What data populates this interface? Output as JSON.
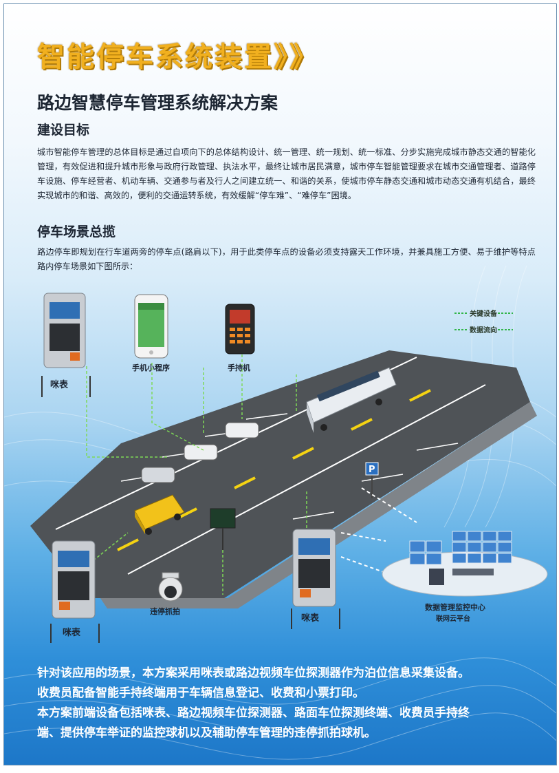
{
  "header": {
    "main_title": "智能停车系统装置》》",
    "sub_title": "路边智慧停车管理系统解决方案"
  },
  "sections": [
    {
      "heading": "建设目标",
      "paragraph": "城市智能停车管理的总体目标是通过自项向下的总体结构设计、统一管理、统一规划、统一标准、分步实施完成城市静态交通的智能化管理，有效促进和提升城市形象与政府行政管理、执法水平，最终让城市居民满意，城市停车智能管理要求在城市交通管理者、道路停车设施、停车经营者、机动车辆、交通参与者及行人之间建立统一、和谐的关系，使城市停车静态交通和城市动态交通有机结合，最终实现城市的和谐、高效的，便利的交通运转系统，有效缓解“停车难”、“难停车”困境。"
    },
    {
      "heading": "停车场景总揽",
      "paragraph": "路边停车即规划在行车道两旁的停车点(路肩以下)，用于此类停车点的设备必须支持露天工作环境，并兼具施工方便、易于维护等特点路内停车场景如下图所示："
    }
  ],
  "diagram": {
    "legend": [
      "关键设备",
      "数据流向"
    ],
    "labels": {
      "meter_top": "咪表",
      "app": "手机小程序",
      "handheld": "手持机",
      "meter_left": "咪表",
      "meter_right": "咪表",
      "camera": "违停抓拍",
      "center": "数据管理监控中心",
      "cloud": "联网云平台"
    }
  },
  "bottom_text": [
    "针对该应用的场景，本方案采用咪表或路边视频车位探测器作为泊位信息采集设备。",
    "收费员配备智能手持终端用于车辆信息登记、收费和小票打印。",
    "本方案前端设备包括咪表、路边视频车位探测器、路面车位探测终端、收费员手持终",
    "端、提供停车举证的监控球机以及辅助停车管理的违停抓拍球机。"
  ],
  "colors": {
    "title_gold": "#f1b01f",
    "dark_text": "#1d2633",
    "road": "#4f5357",
    "legend_green": "#33b54a"
  }
}
